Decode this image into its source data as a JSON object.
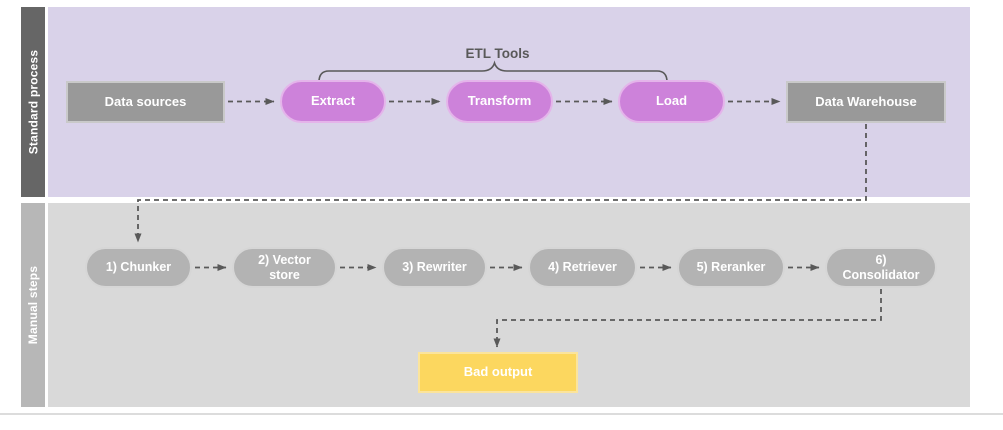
{
  "diagram": {
    "lanes": [
      {
        "label": "Standard process",
        "bracket_label": "ETL Tools",
        "nodes": [
          {
            "label": "Data sources"
          },
          {
            "label": "Extract"
          },
          {
            "label": "Transform"
          },
          {
            "label": "Load"
          },
          {
            "label": "Data Warehouse"
          }
        ]
      },
      {
        "label": "Manual steps",
        "nodes": [
          {
            "label": "1) Chunker"
          },
          {
            "label": "2) Vector\nstore"
          },
          {
            "label": "3) Rewriter"
          },
          {
            "label": "4) Retriever"
          },
          {
            "label": "5) Reranker"
          },
          {
            "label": "6)\nConsolidator"
          }
        ],
        "result_node": {
          "label": "Bad output"
        }
      }
    ],
    "connections": [
      "Data sources -> Extract",
      "Extract -> Transform",
      "Transform -> Load",
      "Load -> Data Warehouse",
      "Data Warehouse -> 1) Chunker",
      "1) Chunker -> 2) Vector store",
      "2) Vector store -> 3) Rewriter",
      "3) Rewriter -> 4) Retriever",
      "4) Retriever -> 5) Reranker",
      "5) Reranker -> 6) Consolidator",
      "6) Consolidator -> Bad output"
    ],
    "colors": {
      "lane1_bg": "#d9d2e9",
      "lane1_bar": "#666666",
      "lane2_bg": "#d9d9d9",
      "lane2_bar": "#b7b7b7",
      "gray_box": "#999999",
      "pink_pill": "#cd82da",
      "gray_pill": "#b3b3b3",
      "yellow_box": "#fcd75f",
      "connector": "#595959"
    }
  }
}
